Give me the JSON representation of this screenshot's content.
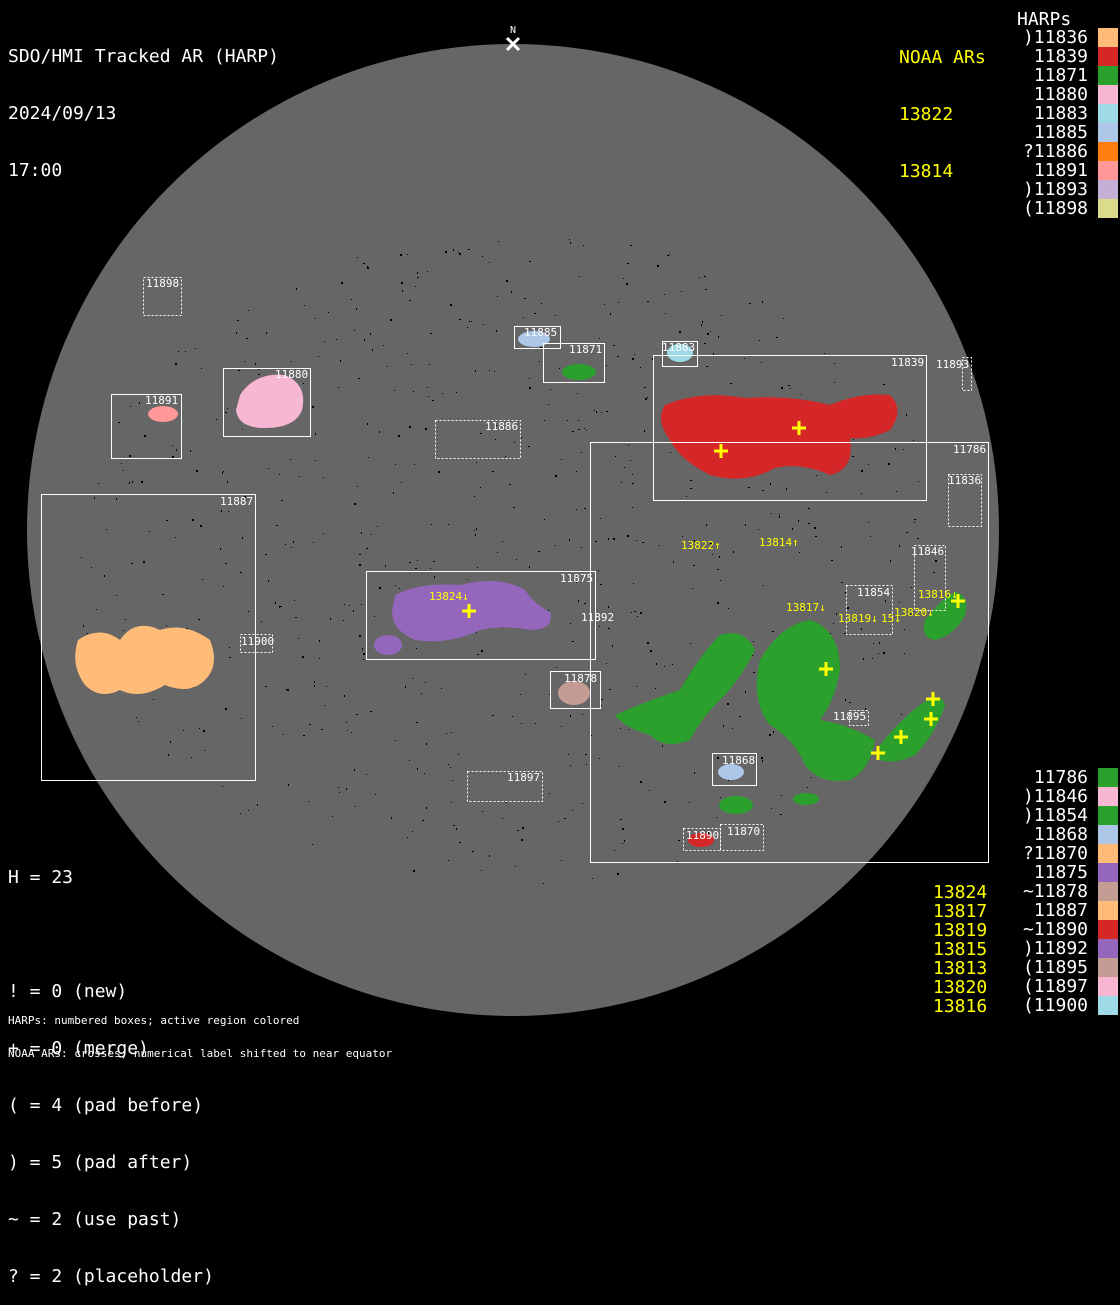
{
  "header": {
    "title": "SDO/HMI Tracked AR (HARP)",
    "date": "2024/09/13",
    "time": "17:00"
  },
  "north_label": "N",
  "legend_top": {
    "noaa_title": "NOAA ARs",
    "noaa": [
      "13822",
      "13814"
    ],
    "harps_title": "HARPs",
    "harps": [
      {
        "label": ")11836",
        "color": "#ffbb78"
      },
      {
        "label": "11839",
        "color": "#d62728"
      },
      {
        "label": "11871",
        "color": "#2ca02c"
      },
      {
        "label": "11880",
        "color": "#f7b6d2"
      },
      {
        "label": "11883",
        "color": "#9edae5"
      },
      {
        "label": "11885",
        "color": "#aec7e8"
      },
      {
        "label": "?11886",
        "color": "#ff7f0e"
      },
      {
        "label": "11891",
        "color": "#ff9896"
      },
      {
        "label": ")11893",
        "color": "#c5b0d5"
      },
      {
        "label": "(11898",
        "color": "#dbdb8d"
      }
    ]
  },
  "legend_bottom": {
    "noaa": [
      "13824",
      "13817",
      "13819",
      "13815",
      "13813",
      "13820",
      "13816"
    ],
    "harps": [
      {
        "label": "11786",
        "color": "#2ca02c"
      },
      {
        "label": ")11846",
        "color": "#f7b6d2"
      },
      {
        "label": ")11854",
        "color": "#2ca02c"
      },
      {
        "label": "11868",
        "color": "#aec7e8"
      },
      {
        "label": "?11870",
        "color": "#ffbb78"
      },
      {
        "label": "11875",
        "color": "#9467bd"
      },
      {
        "label": "~11878",
        "color": "#c49c94"
      },
      {
        "label": "11887",
        "color": "#ffbb78"
      },
      {
        "label": "~11890",
        "color": "#d62728"
      },
      {
        "label": ")11892",
        "color": "#9467bd"
      },
      {
        "label": "(11895",
        "color": "#c49c94"
      },
      {
        "label": "(11897",
        "color": "#f7b6d2"
      },
      {
        "label": "(11900",
        "color": "#9edae5"
      }
    ]
  },
  "stats": {
    "h": "H = 23",
    "lines": [
      "! = 0 (new)",
      "+ = 0 (merge)",
      "( = 4 (pad before)",
      ") = 5 (pad after)",
      "~ = 2 (use past)",
      "? = 2 (placeholder)"
    ]
  },
  "footnotes": [
    "HARPs: numbered boxes; active region colored",
    "NOAA ARs: crosses; numerical label shifted to near equator"
  ],
  "disk": {
    "harp_labels": [
      "11898",
      "11885",
      "11871",
      "11883",
      "11839",
      "11893",
      "11891",
      "11880",
      "11886",
      "11786",
      "11836",
      "11887",
      "11875",
      "11892",
      "11846",
      "11854",
      "11900",
      "11878",
      "11895",
      "11868",
      "11897",
      "11890",
      "11870"
    ],
    "noaa_labels": [
      "13822↑",
      "13814↑",
      "13824↓",
      "13817↓",
      "13819↓",
      "15↓",
      "13820↓",
      "13816↓"
    ]
  }
}
